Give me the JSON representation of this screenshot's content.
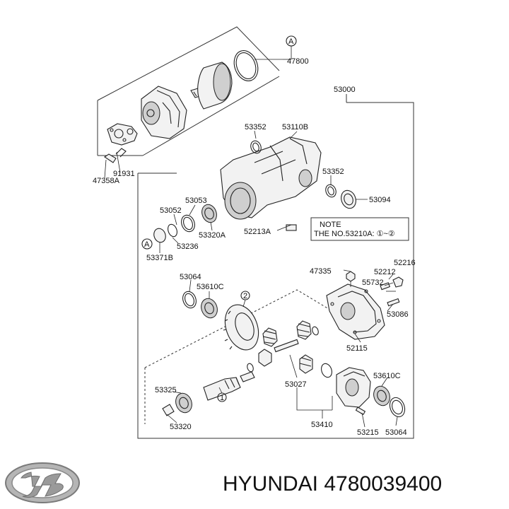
{
  "labels": {
    "A_top": "A",
    "p47800": "47800",
    "p53000": "53000",
    "p91931": "91931",
    "p47358A": "47358A",
    "p53352a": "53352",
    "p53110B": "53110B",
    "p53352b": "53352",
    "p53094": "53094",
    "p53053": "53053",
    "p53052": "53052",
    "p53320A": "53320A",
    "p52213A": "52213A",
    "A_left": "A",
    "p53236": "53236",
    "p53371B": "53371B",
    "note_line1": "NOTE",
    "note_line2": "THE NO.53210A: ①~②",
    "p47335": "47335",
    "p52216": "52216",
    "p52212": "52212",
    "p55732": "55732",
    "p53064a": "53064",
    "p53610Ca": "53610C",
    "p53086": "53086",
    "p52115": "52115",
    "circ2": "2",
    "p53610Cb": "53610C",
    "p53027": "53027",
    "p53325": "53325",
    "circ1": "1",
    "p53320": "53320",
    "p53410": "53410",
    "p53215": "53215",
    "p53064b": "53064"
  },
  "footer": {
    "brand_text": "HYUNDAI 4780039400"
  },
  "colors": {
    "line": "#222222",
    "logo": "#9a9a9a",
    "background": "#ffffff"
  },
  "icons": [
    "hyundai-logo-icon"
  ]
}
